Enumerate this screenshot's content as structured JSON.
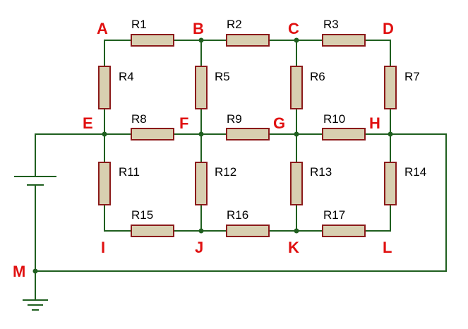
{
  "nodes": {
    "A": "A",
    "B": "B",
    "C": "C",
    "D": "D",
    "E": "E",
    "F": "F",
    "G": "G",
    "H": "H",
    "I": "I",
    "J": "J",
    "K": "K",
    "L": "L",
    "M": "M"
  },
  "resistors": {
    "R1": "R1",
    "R2": "R2",
    "R3": "R3",
    "R4": "R4",
    "R5": "R5",
    "R6": "R6",
    "R7": "R7",
    "R8": "R8",
    "R9": "R9",
    "R10": "R10",
    "R11": "R11",
    "R12": "R12",
    "R13": "R13",
    "R14": "R14",
    "R15": "R15",
    "R16": "R16",
    "R17": "R17"
  },
  "colors": {
    "wire": "#1f5f1f",
    "resistor_body": "#d8cfb0",
    "resistor_outline": "#8b1a1a",
    "node_label": "#e01010",
    "resistor_label": "#000000"
  },
  "symbols": [
    "battery-symbol",
    "ground-symbol",
    "junction-dot"
  ]
}
